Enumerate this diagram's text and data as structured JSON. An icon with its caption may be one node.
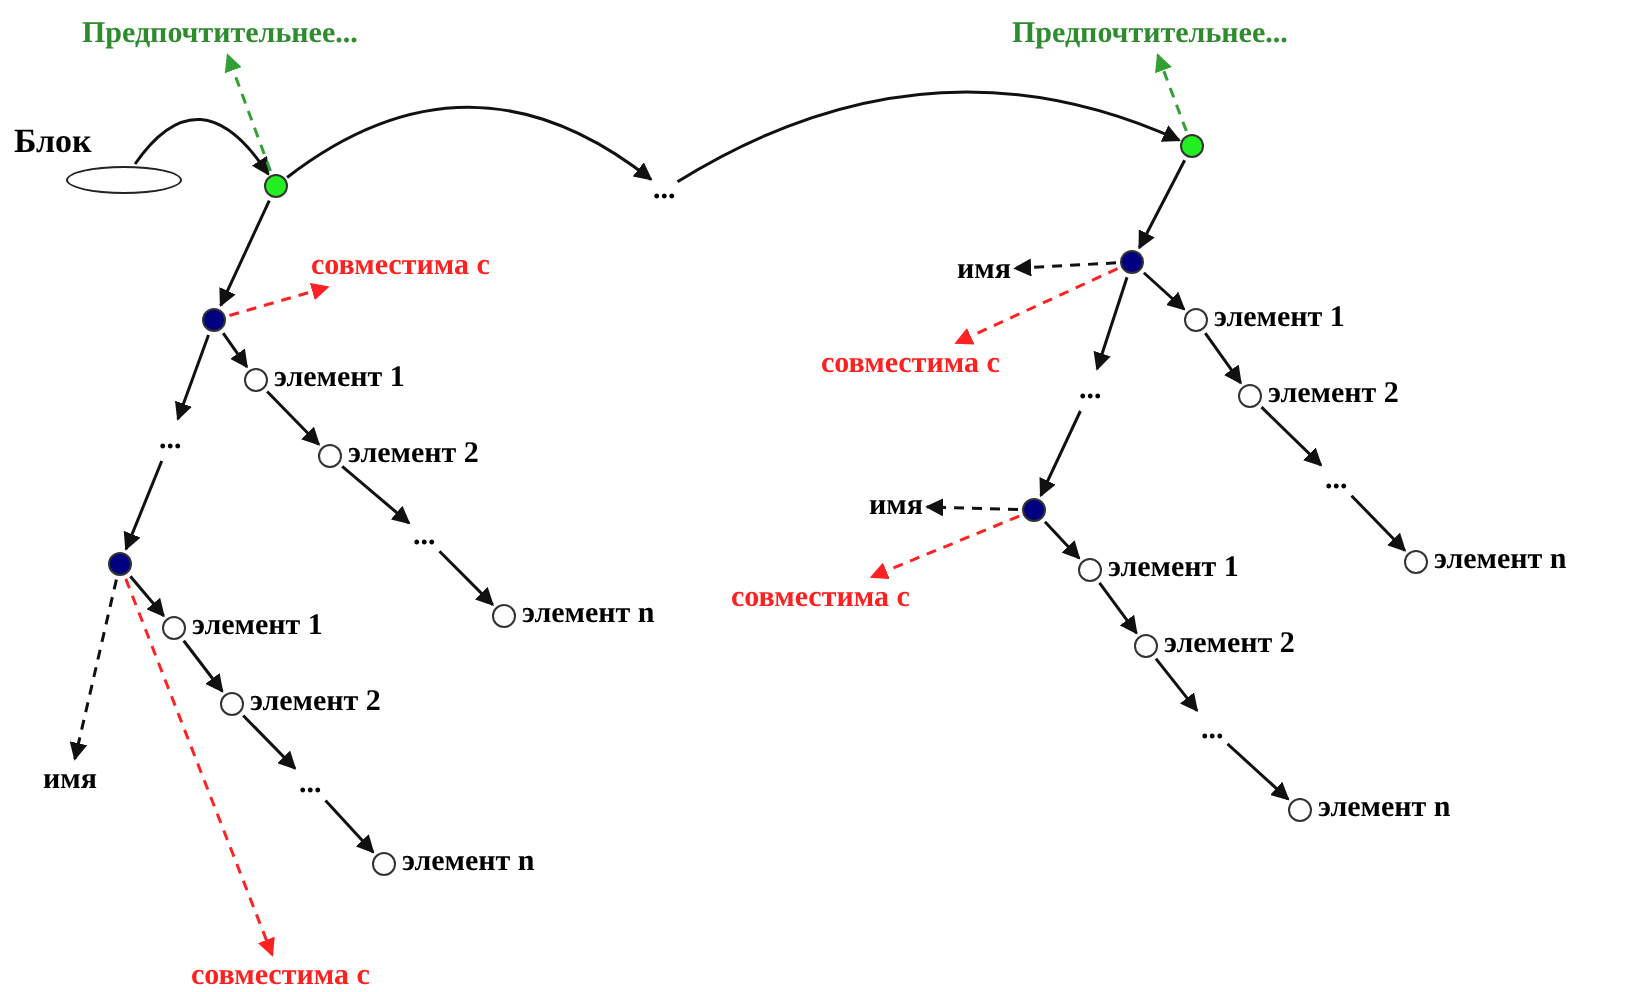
{
  "diagram": {
    "nodes": [
      {
        "text": [
          "Блок"
        ]
      },
      {
        "text": [],
        "shape": "circle"
      },
      {
        "text": [
          "Предпочтительнее..."
        ]
      },
      {
        "text": [
          "..."
        ]
      },
      {
        "text": [],
        "shape": "circle"
      },
      {
        "text": [
          "Предпочтительнее..."
        ]
      },
      {
        "text": [],
        "shape": "circle"
      },
      {
        "text": [
          "совместима с"
        ]
      },
      {
        "text": [],
        "shape": "circle",
        "beside": [
          "элемент 1"
        ]
      },
      {
        "text": [],
        "shape": "circle",
        "beside": [
          "элемент 2"
        ]
      },
      {
        "text": [
          "..."
        ]
      },
      {
        "text": [],
        "shape": "circle",
        "beside": [
          "элемент n"
        ]
      },
      {
        "text": [
          "..."
        ]
      },
      {
        "text": [],
        "shape": "circle"
      },
      {
        "text": [],
        "shape": "circle",
        "beside": [
          "элемент 1"
        ]
      },
      {
        "text": [],
        "shape": "circle",
        "beside": [
          "элемент 2"
        ]
      },
      {
        "text": [
          "..."
        ]
      },
      {
        "text": [],
        "shape": "circle",
        "beside": [
          "элемент n"
        ]
      },
      {
        "text": [
          "имя"
        ]
      },
      {
        "text": [
          "совместима с"
        ]
      },
      {
        "text": [],
        "shape": "circle"
      },
      {
        "text": [
          "имя"
        ]
      },
      {
        "text": [
          "совместима с"
        ]
      },
      {
        "text": [],
        "shape": "circle",
        "beside": [
          "элемент 1"
        ]
      },
      {
        "text": [],
        "shape": "circle",
        "beside": [
          "элемент 2"
        ]
      },
      {
        "text": [
          "..."
        ]
      },
      {
        "text": [],
        "shape": "circle",
        "beside": [
          "элемент n"
        ]
      },
      {
        "text": [
          "..."
        ]
      },
      {
        "text": [],
        "shape": "circle"
      },
      {
        "text": [
          "имя"
        ]
      },
      {
        "text": [
          "совместима с"
        ]
      },
      {
        "text": [],
        "shape": "circle",
        "beside": [
          "элемент 1"
        ]
      },
      {
        "text": [],
        "shape": "circle",
        "beside": [
          "элемент 2"
        ]
      },
      {
        "text": [
          "..."
        ]
      },
      {
        "text": [],
        "shape": "circle",
        "beside": [
          "элемент n"
        ]
      }
    ],
    "edges": [
      {
        "from": 0,
        "to": 1,
        "arrow": "to"
      },
      {
        "from": 1,
        "to": 3,
        "arrow": "to"
      },
      {
        "from": 3,
        "to": 4,
        "arrow": "to"
      },
      {
        "from": 1,
        "to": 2,
        "arrow": "to",
        "style": "dashed",
        "color": "#33a033"
      },
      {
        "from": 4,
        "to": 5,
        "arrow": "to",
        "style": "dashed",
        "color": "#33a033"
      },
      {
        "from": 1,
        "to": 6,
        "arrow": "to"
      },
      {
        "from": 6,
        "to": 7,
        "arrow": "to",
        "style": "dashed",
        "color": "#ff2222"
      },
      {
        "from": 6,
        "to": 8,
        "arrow": "to"
      },
      {
        "from": 8,
        "to": 9,
        "arrow": "to"
      },
      {
        "from": 9,
        "to": 10,
        "arrow": "to"
      },
      {
        "from": 10,
        "to": 11,
        "arrow": "to"
      },
      {
        "from": 6,
        "to": 12,
        "arrow": "to"
      },
      {
        "from": 12,
        "to": 13,
        "arrow": "to"
      },
      {
        "from": 13,
        "to": 14,
        "arrow": "to"
      },
      {
        "from": 14,
        "to": 15,
        "arrow": "to"
      },
      {
        "from": 15,
        "to": 16,
        "arrow": "to"
      },
      {
        "from": 16,
        "to": 17,
        "arrow": "to"
      },
      {
        "from": 13,
        "to": 18,
        "arrow": "to",
        "style": "dashed"
      },
      {
        "from": 13,
        "to": 19,
        "arrow": "to",
        "style": "dashed",
        "color": "#ff2222"
      },
      {
        "from": 4,
        "to": 20,
        "arrow": "to"
      },
      {
        "from": 20,
        "to": 21,
        "arrow": "to",
        "style": "dashed"
      },
      {
        "from": 20,
        "to": 22,
        "arrow": "to",
        "style": "dashed",
        "color": "#ff2222"
      },
      {
        "from": 20,
        "to": 23,
        "arrow": "to"
      },
      {
        "from": 23,
        "to": 24,
        "arrow": "to"
      },
      {
        "from": 24,
        "to": 25,
        "arrow": "to"
      },
      {
        "from": 25,
        "to": 26,
        "arrow": "to"
      },
      {
        "from": 20,
        "to": 27,
        "arrow": "to"
      },
      {
        "from": 27,
        "to": 28,
        "arrow": "to"
      },
      {
        "from": 28,
        "to": 29,
        "arrow": "to",
        "style": "dashed"
      },
      {
        "from": 28,
        "to": 30,
        "arrow": "to",
        "style": "dashed",
        "color": "#ff2222"
      },
      {
        "from": 28,
        "to": 31,
        "arrow": "to"
      },
      {
        "from": 31,
        "to": 32,
        "arrow": "to"
      },
      {
        "from": 32,
        "to": 33,
        "arrow": "to"
      },
      {
        "from": 33,
        "to": 34,
        "arrow": "to"
      }
    ]
  }
}
